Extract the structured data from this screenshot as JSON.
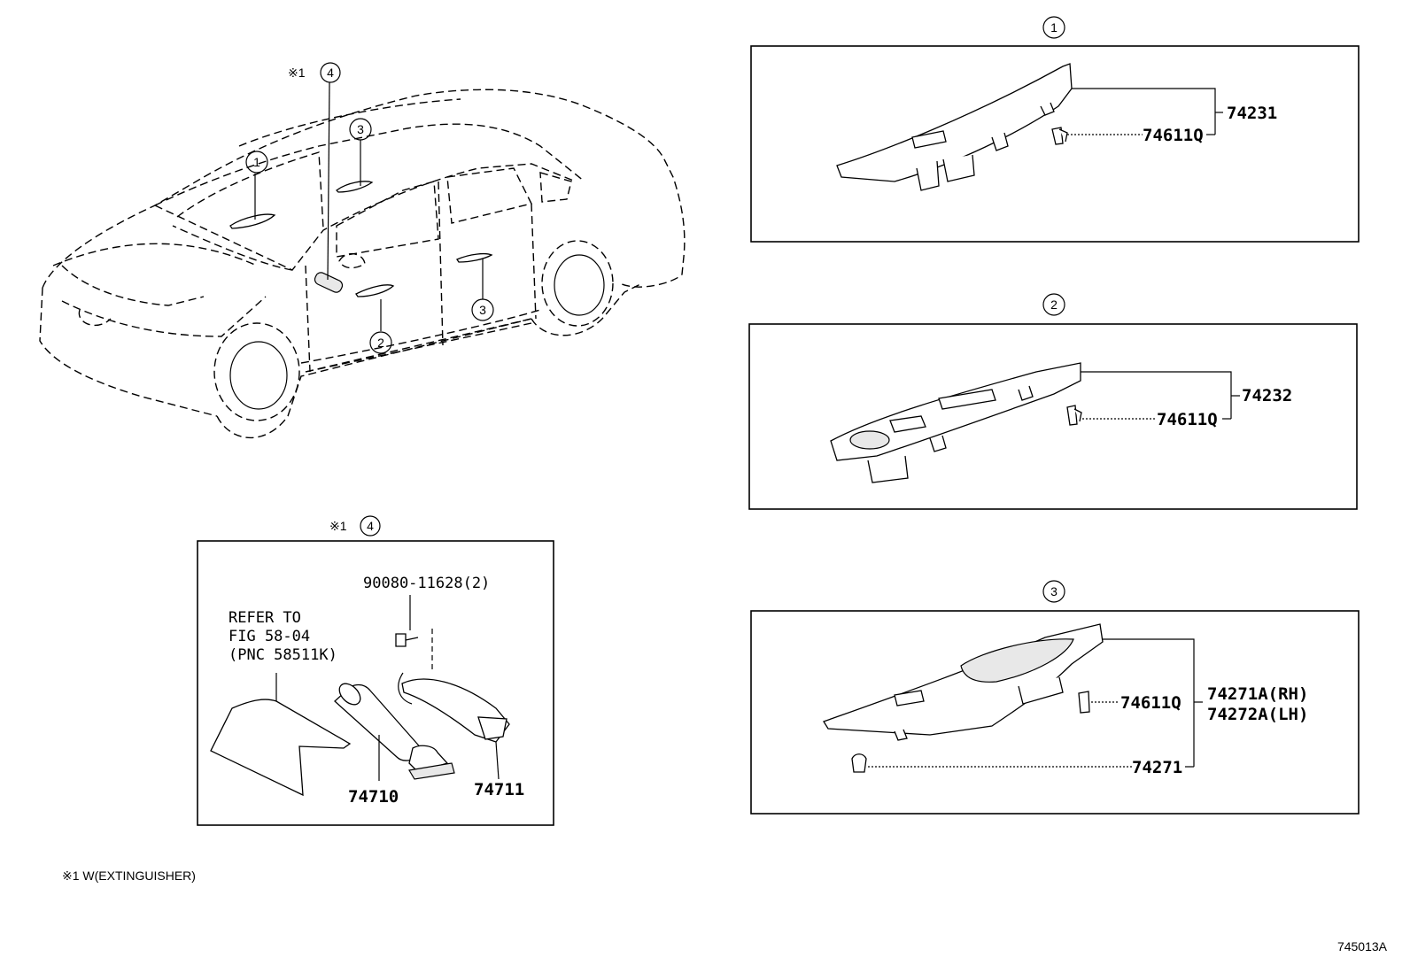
{
  "callouts": {
    "c1": "1",
    "c2": "2",
    "c3": "3",
    "c4": "4",
    "note_mark": "※1"
  },
  "box1": {
    "part_main": "74231",
    "part_clip": "74611Q"
  },
  "box2": {
    "part_main": "74232",
    "part_clip": "74611Q"
  },
  "box3": {
    "part_main_rh": "74271A(RH)",
    "part_main_lh": "74272A(LH)",
    "part_clip": "74611Q",
    "part_clip2": "74271"
  },
  "box4": {
    "bolt": "90080-11628(2)",
    "refer_line1": "REFER TO",
    "refer_line2": "FIG 58-04",
    "refer_line3": "(PNC 58511K)",
    "extinguisher": "74710",
    "bracket": "74711"
  },
  "footnote": "※1 W(EXTINGUISHER)",
  "figure_code": "745013A"
}
